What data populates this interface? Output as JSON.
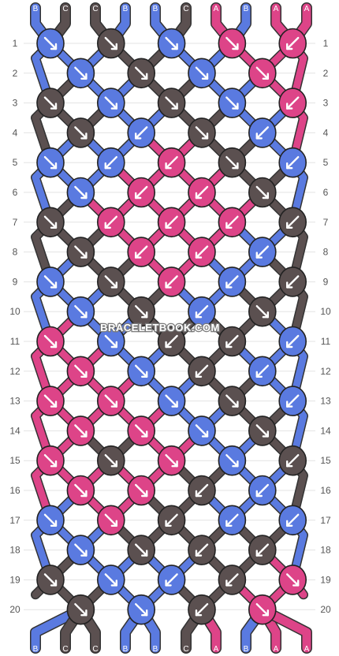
{
  "pattern": {
    "watermark": "BRACELETBOOK.COM",
    "colors": {
      "A": "#dd4488",
      "B": "#5a7ae0",
      "C": "#5b5050"
    },
    "top_strands": [
      "B",
      "C",
      "C",
      "B",
      "B",
      "C",
      "A",
      "B",
      "A",
      "A"
    ],
    "bottom_strands": [
      "B",
      "C",
      "C",
      "B",
      "B",
      "C",
      "A",
      "B",
      "A",
      "A"
    ],
    "row_labels": [
      "1",
      "2",
      "3",
      "4",
      "5",
      "6",
      "7",
      "8",
      "9",
      "10",
      "11",
      "12",
      "13",
      "14",
      "15",
      "16",
      "17",
      "18",
      "19",
      "20"
    ],
    "knots": [
      [
        [
          "B",
          "f"
        ],
        [
          "C",
          "f"
        ],
        [
          "B",
          "f"
        ],
        [
          "A",
          "f"
        ],
        [
          "A",
          "b"
        ]
      ],
      [
        [
          "B",
          "f"
        ],
        [
          "C",
          "f"
        ],
        [
          "B",
          "f"
        ],
        [
          "A",
          "f"
        ]
      ],
      [
        [
          "C",
          "f"
        ],
        [
          "B",
          "f"
        ],
        [
          "C",
          "f"
        ],
        [
          "B",
          "f"
        ],
        [
          "A",
          "b"
        ]
      ],
      [
        [
          "C",
          "f"
        ],
        [
          "B",
          "b"
        ],
        [
          "C",
          "f"
        ],
        [
          "B",
          "b"
        ]
      ],
      [
        [
          "B",
          "f"
        ],
        [
          "B",
          "b"
        ],
        [
          "A",
          "b"
        ],
        [
          "C",
          "f"
        ],
        [
          "B",
          "b"
        ]
      ],
      [
        [
          "B",
          "f"
        ],
        [
          "A",
          "b"
        ],
        [
          "A",
          "b"
        ],
        [
          "C",
          "f"
        ]
      ],
      [
        [
          "C",
          "f"
        ],
        [
          "A",
          "b"
        ],
        [
          "A",
          "b"
        ],
        [
          "A",
          "b"
        ],
        [
          "C",
          "b"
        ]
      ],
      [
        [
          "C",
          "f"
        ],
        [
          "A",
          "b"
        ],
        [
          "A",
          "b"
        ],
        [
          "B",
          "b"
        ]
      ],
      [
        [
          "B",
          "f"
        ],
        [
          "C",
          "f"
        ],
        [
          "A",
          "b"
        ],
        [
          "B",
          "b"
        ],
        [
          "C",
          "b"
        ]
      ],
      [
        [
          "B",
          "f"
        ],
        [
          "C",
          "f"
        ],
        [
          "B",
          "b"
        ],
        [
          "C",
          "f"
        ]
      ],
      [
        [
          "A",
          "f"
        ],
        [
          "B",
          "f"
        ],
        [
          "C",
          "b"
        ],
        [
          "C",
          "b"
        ],
        [
          "B",
          "b"
        ]
      ],
      [
        [
          "A",
          "f"
        ],
        [
          "B",
          "f"
        ],
        [
          "C",
          "b"
        ],
        [
          "B",
          "b"
        ]
      ],
      [
        [
          "A",
          "f"
        ],
        [
          "A",
          "f"
        ],
        [
          "B",
          "f"
        ],
        [
          "C",
          "f"
        ],
        [
          "B",
          "b"
        ]
      ],
      [
        [
          "A",
          "f"
        ],
        [
          "A",
          "f"
        ],
        [
          "B",
          "f"
        ],
        [
          "C",
          "f"
        ]
      ],
      [
        [
          "A",
          "f"
        ],
        [
          "C",
          "f"
        ],
        [
          "A",
          "f"
        ],
        [
          "B",
          "f"
        ],
        [
          "C",
          "b"
        ]
      ],
      [
        [
          "A",
          "f"
        ],
        [
          "A",
          "f"
        ],
        [
          "C",
          "b"
        ],
        [
          "B",
          "b"
        ]
      ],
      [
        [
          "B",
          "f"
        ],
        [
          "A",
          "f"
        ],
        [
          "C",
          "b"
        ],
        [
          "B",
          "b"
        ],
        [
          "B",
          "b"
        ]
      ],
      [
        [
          "B",
          "f"
        ],
        [
          "C",
          "f"
        ],
        [
          "C",
          "b"
        ],
        [
          "C",
          "b"
        ]
      ],
      [
        [
          "C",
          "f"
        ],
        [
          "B",
          "f"
        ],
        [
          "B",
          "b"
        ],
        [
          "C",
          "b"
        ],
        [
          "A",
          "f"
        ]
      ],
      [
        [
          "C",
          "f"
        ],
        [
          "B",
          "f"
        ],
        [
          "C",
          "b"
        ],
        [
          "A",
          "f"
        ]
      ]
    ]
  }
}
